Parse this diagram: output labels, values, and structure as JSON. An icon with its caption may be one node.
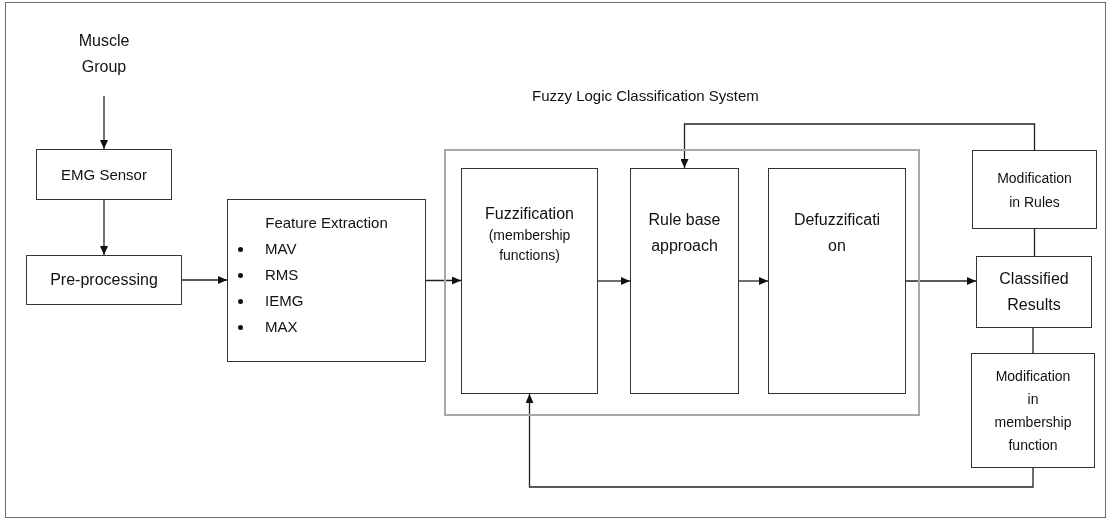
{
  "diagram": {
    "nodes": [
      {
        "text": [
          "Muscle Group"
        ]
      },
      {
        "text": [
          "EMG Sensor"
        ]
      },
      {
        "text": [
          "Pre-processing"
        ]
      },
      {
        "text": [
          "Feature Extraction",
          "MAV",
          "RMS",
          "IEMG",
          "MAX"
        ]
      },
      {
        "text": [
          "Fuzzy Logic Classification System"
        ]
      },
      {
        "text": [
          "Fuzzification",
          "(membership functions)"
        ],
        "in": 4
      },
      {
        "text": [
          "Rule base approach"
        ],
        "in": 4
      },
      {
        "text": [
          "Defuzzificati on"
        ],
        "in": 4
      },
      {
        "text": [
          "Modification in Rules"
        ]
      },
      {
        "text": [
          "Classified Results"
        ]
      },
      {
        "text": [
          "Modification in membership function"
        ]
      }
    ],
    "edges": [
      {
        "from": 0,
        "to": 1,
        "arrow": "to"
      },
      {
        "from": 1,
        "to": 2,
        "arrow": "to"
      },
      {
        "from": 2,
        "to": 3,
        "arrow": "to"
      },
      {
        "from": 3,
        "to": 5,
        "arrow": "to"
      },
      {
        "from": 5,
        "to": 6,
        "arrow": "to"
      },
      {
        "from": 6,
        "to": 7,
        "arrow": "to"
      },
      {
        "from": 7,
        "to": 9,
        "arrow": "to"
      },
      {
        "from": 9,
        "to": 8,
        "arrow": "none"
      },
      {
        "from": 8,
        "to": 6,
        "arrow": "to"
      },
      {
        "from": 9,
        "to": 10,
        "arrow": "none"
      },
      {
        "from": 10,
        "to": 5,
        "arrow": "to"
      }
    ]
  }
}
